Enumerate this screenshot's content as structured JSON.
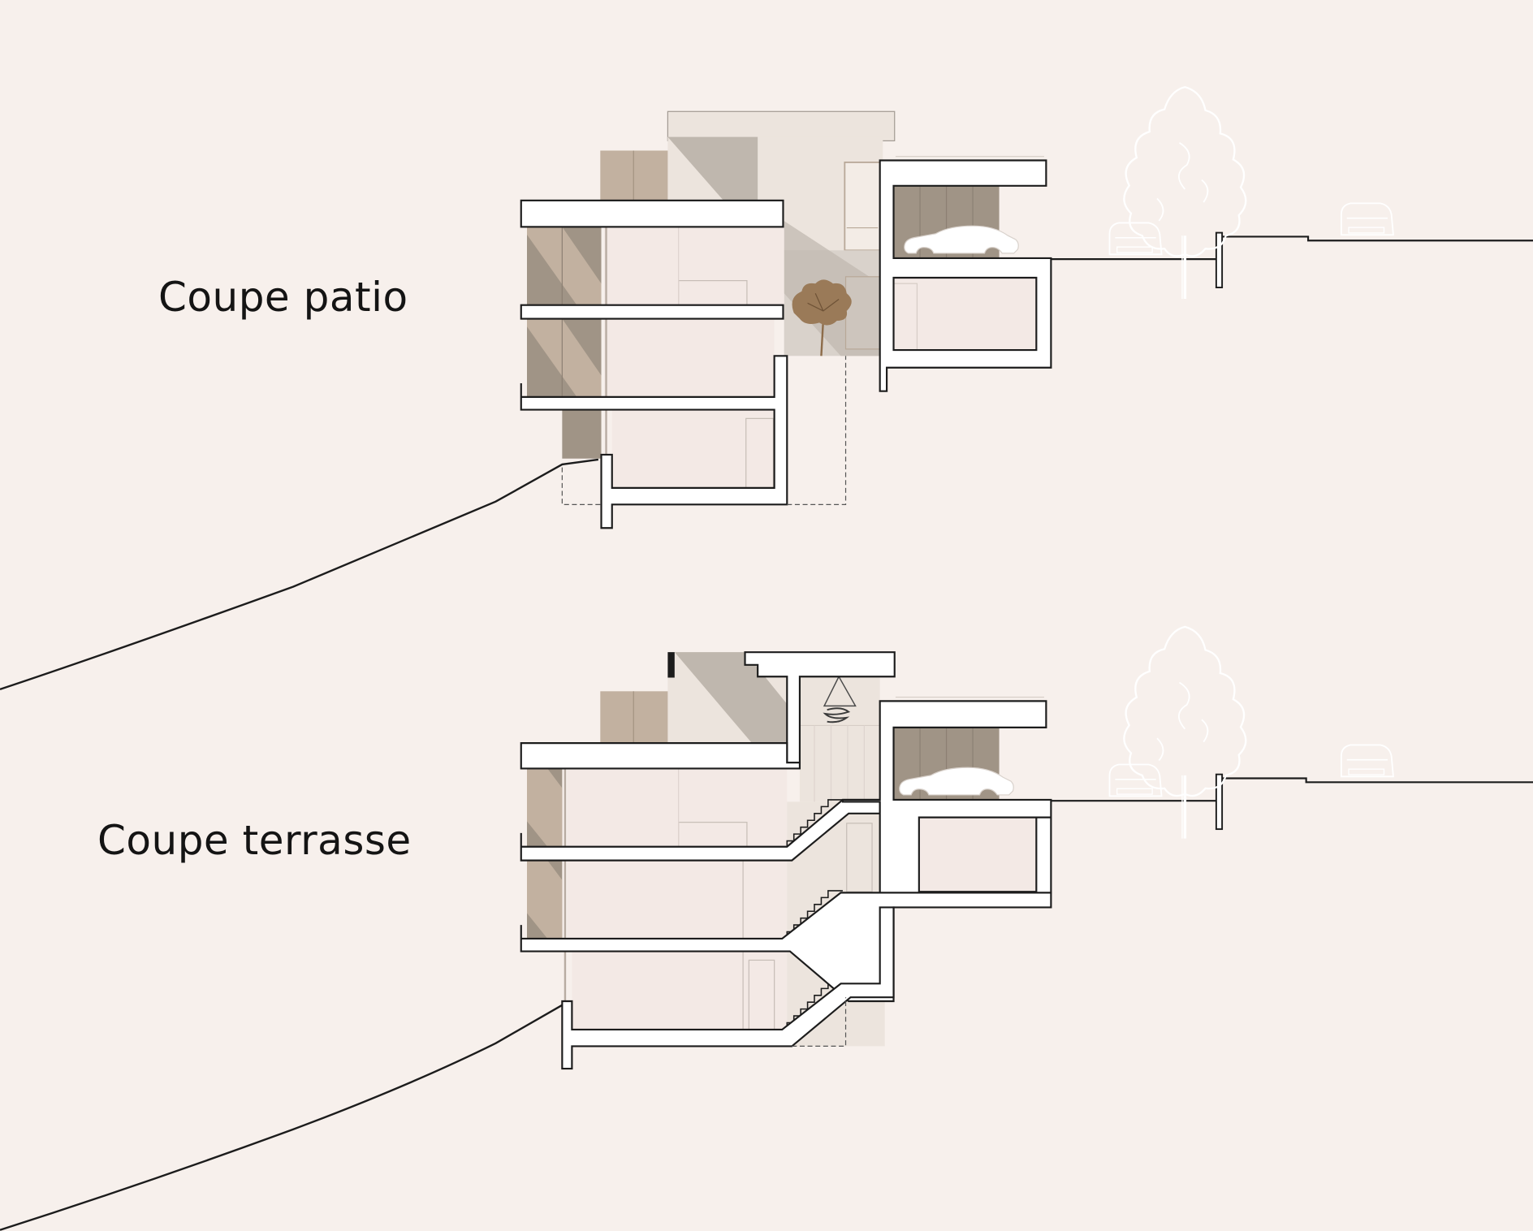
{
  "sections": [
    {
      "id": "patio",
      "title": "Coupe patio"
    },
    {
      "id": "terrasse",
      "title": "Coupe terrasse"
    }
  ],
  "colors": {
    "background": "#f7f0ec",
    "wall": "#ffffff",
    "interior": "#f3e9e5",
    "facade_dark": "#a09486",
    "facade_tan": "#c2b1a0",
    "glass": "#eee5dc",
    "shadow": "#aea79e",
    "line": "#1c1c1c",
    "tree_foliage": "#9a7a58"
  },
  "icons": [
    "car-icon",
    "tree-icon",
    "pendant-lamp-icon",
    "staircase-icon"
  ]
}
